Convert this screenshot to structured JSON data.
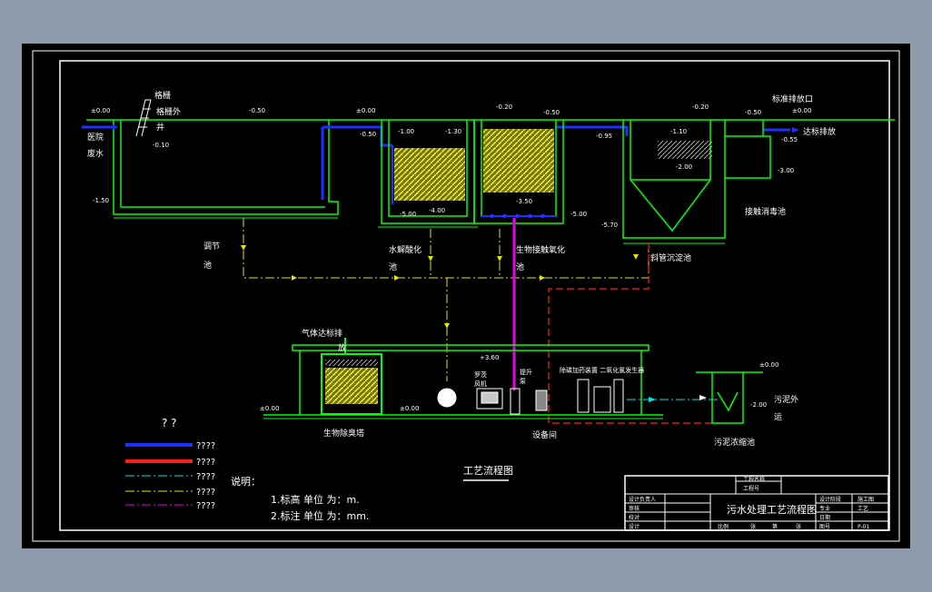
{
  "labels": {
    "hospital_wastewater": [
      "医院",
      "废水"
    ],
    "grille_well": [
      "格栅",
      "井"
    ],
    "grille_outer": "格栅外",
    "outlet_well": [
      "标准排放口",
      "达标排放"
    ],
    "adjust_tank": [
      "调节",
      "池"
    ],
    "hydrolysis": [
      "水解酸化",
      "池"
    ],
    "bio_contact": [
      "生物接触氧化",
      "池"
    ],
    "inclined_settle": "斜管沉淀池",
    "disinfect_tank": "接触消毒池",
    "gas_standard": [
      "气体达标排",
      "放"
    ],
    "bio_deodor": "生物除臭塔",
    "equipment_room": "设备间",
    "sludge_out": [
      "污泥外",
      "运"
    ],
    "sludge_tank": "污泥浓缩池",
    "fan_label": [
      "罗茨",
      "风机"
    ],
    "pump_label": [
      "提升",
      "泵"
    ],
    "dosing_label": "除磷加药装置 二氧化氯发生器"
  },
  "elevations": {
    "e_pos0_a": "±0.00",
    "e_neg050_a": "-0.50",
    "e_neg010": "-0.10",
    "e_neg150_a": "-1.50",
    "e_pos0_b": "±0.00",
    "e_neg050_b": "-0.50",
    "e_neg020_a": "-0.20",
    "e_neg050_c": "-0.50",
    "e_neg100": "-1.00",
    "e_neg130": "-1.30",
    "e_neg500_a": "-5.00",
    "e_neg400": "-4.00",
    "e_neg350": "-3.50",
    "e_neg500_b": "-5.00",
    "e_neg095": "-0.95",
    "e_neg020_b": "-0.20",
    "e_neg050_d": "-0.50",
    "e_pos0_c": "±0.00",
    "e_neg110": "-1.10",
    "e_neg200_a": "-2.00",
    "e_neg055": "-0.55",
    "e_neg300": "-3.00",
    "e_neg570": "-5.70",
    "e_pos360": "+3.60",
    "e_pos0_d": "±0.00",
    "e_pos0_e": "±0.00",
    "e_pos0_f": "±0.00",
    "e_neg200_b": "-2.00"
  },
  "legend": {
    "title": "? ?",
    "items": [
      {
        "label": "????",
        "color": "#1e2fff",
        "style": "thick"
      },
      {
        "label": "????",
        "color": "#ff1e1e",
        "style": "thick"
      },
      {
        "label": "????",
        "color": "#00e5e5",
        "style": "dashdot"
      },
      {
        "label": "????",
        "color": "#e5e500",
        "style": "dashdot"
      },
      {
        "label": "????",
        "color": "#e600e6",
        "style": "dashdot"
      }
    ]
  },
  "notes": {
    "title": "说明：",
    "lines": [
      "1.标高 单位 为：m.",
      "2.标注 单位 为：mm."
    ]
  },
  "caption": "工艺流程图",
  "title_block": {
    "drawing_title": "污水处理工艺流程图",
    "row_top1": "工程名称",
    "row_top2": "工程号",
    "cells_left": [
      "设计负责人",
      "审核",
      "校对",
      "设计"
    ],
    "cells_right": [
      "设计阶段",
      "专业",
      "日期",
      "图号"
    ],
    "cells_right_val": [
      "施工图",
      "工艺",
      "",
      "P-01"
    ],
    "bottom": [
      "比例",
      "张",
      "第",
      "张"
    ]
  },
  "colors": {
    "background": "#000000",
    "structure": "#00ff00",
    "water_pipe": "#1e2fff",
    "sludge_pipe": "#ff1e1e",
    "air_pipe": "#e600e6",
    "return_pipe": "#e5e500",
    "frame": "#ffffff"
  }
}
